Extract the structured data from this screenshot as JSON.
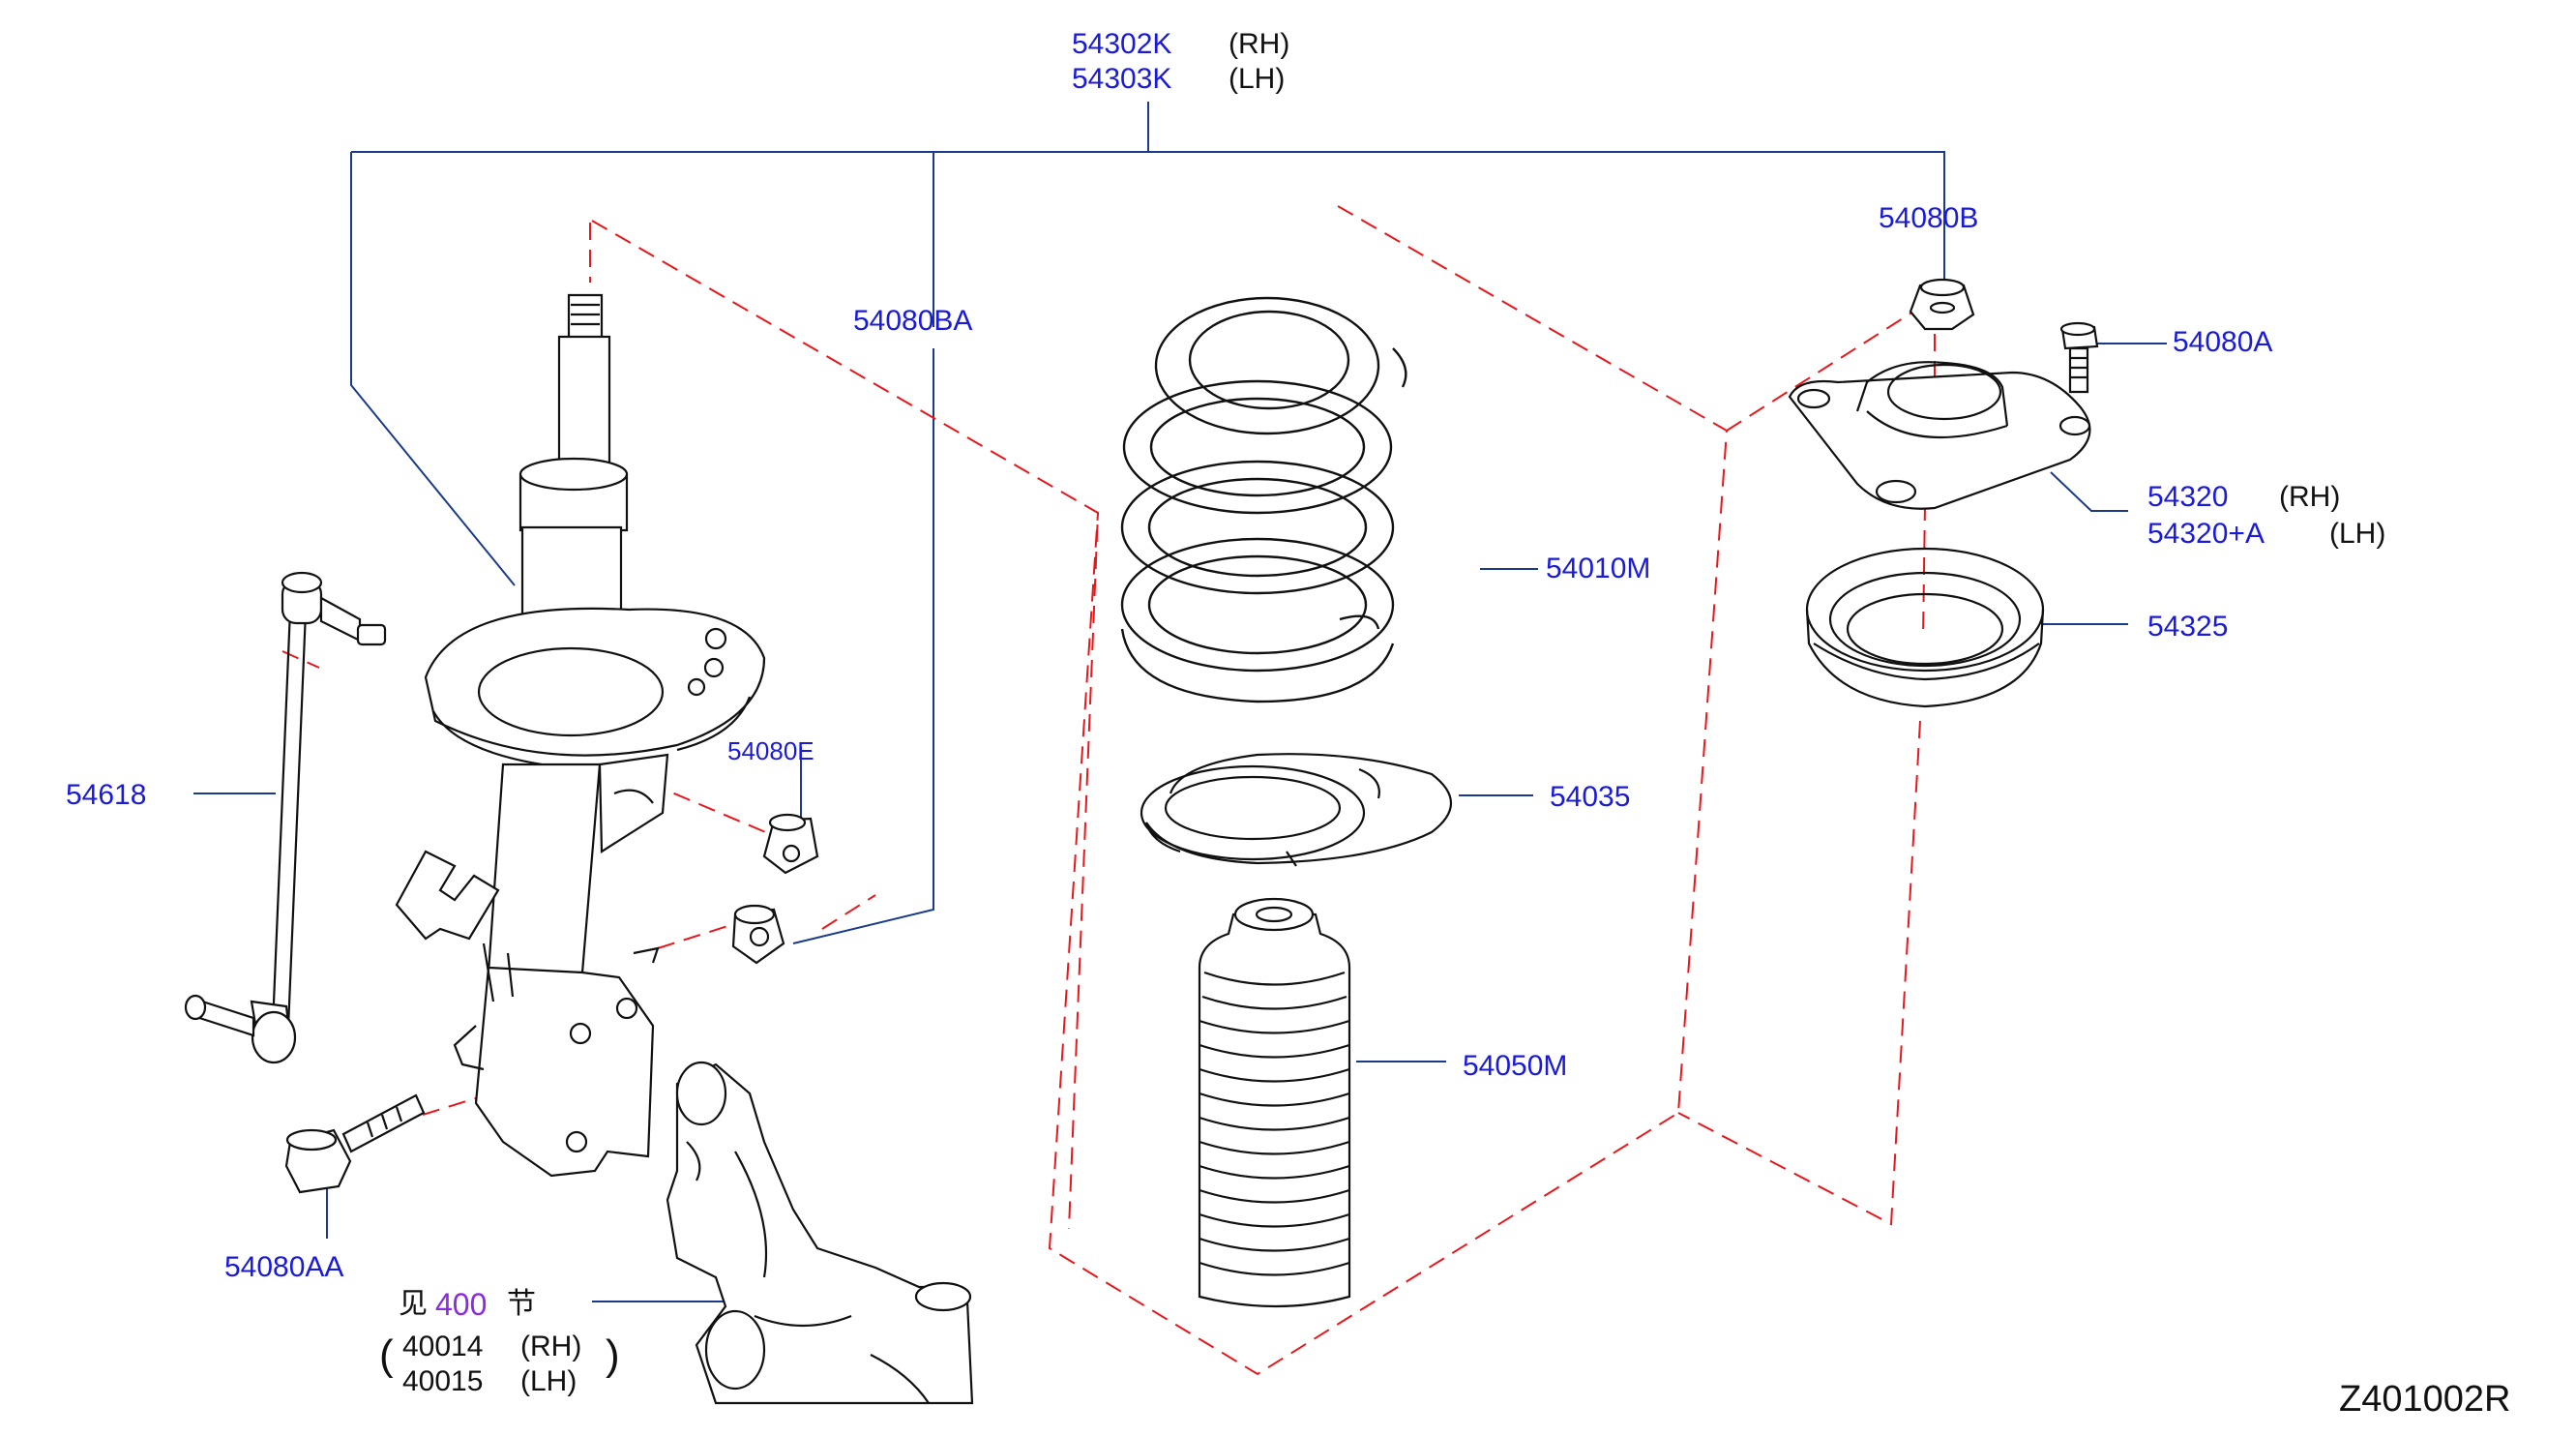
{
  "diagram_code": "Z401002R",
  "labels": {
    "strut_assy_rh_no": "54302K",
    "strut_assy_rh_side": "(RH)",
    "strut_assy_lh_no": "54303K",
    "strut_assy_lh_side": "(LH)",
    "nut_top": "54080B",
    "bolt_mount": "54080A",
    "mount_rh_no": "54320",
    "mount_rh_side": "(RH)",
    "mount_lh_no": "54320+A",
    "mount_lh_side": "(LH)",
    "bearing": "54325",
    "spring": "54010M",
    "spring_seat": "54035",
    "bound_bumper": "54050M",
    "nut_bracket": "54080BA",
    "stabilizer_link": "54618",
    "nut_partial": "54080E",
    "bolt_lower": "54080AA",
    "see_prefix": "见",
    "see_section": "400",
    "see_suffix": "节",
    "knuckle_rh_no": "40014",
    "knuckle_rh_side": "(RH)",
    "knuckle_lh_no": "40015",
    "knuckle_lh_side": "(LH)"
  },
  "colors": {
    "part_outline": "#111111",
    "label_text": "#1a1adb",
    "leader_line": "#1a3a8c",
    "assembly_dash": "#e8171b",
    "section_ref": "#8a2be2"
  }
}
